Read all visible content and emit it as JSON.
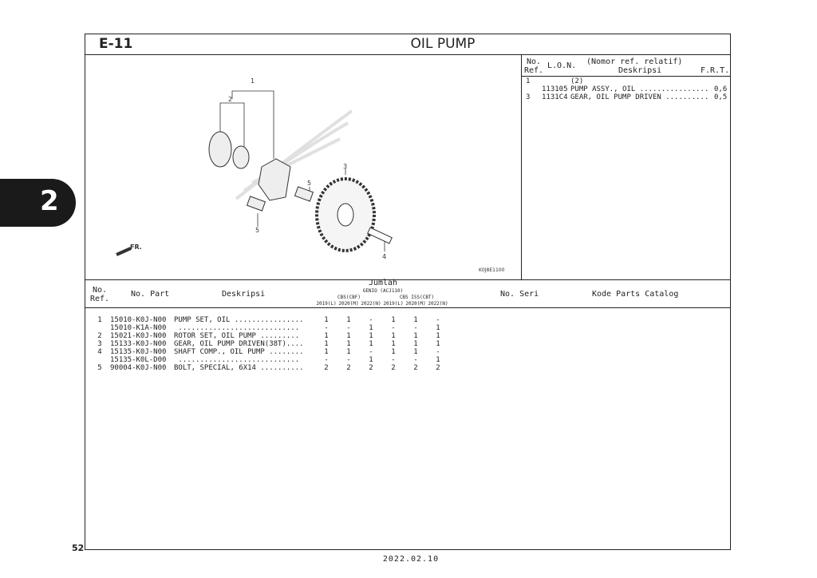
{
  "section": "E-11",
  "title": "OIL PUMP",
  "chapter_tab": "2",
  "page_number": "52",
  "date": "2022.02.10",
  "diagram": {
    "code": "K0J8E1100",
    "front_label": "FR.",
    "callouts": [
      "1",
      "2",
      "3",
      "4",
      "5",
      "5"
    ]
  },
  "frt": {
    "headers": {
      "ref_l1": "No.",
      "ref_l2": "Ref.",
      "lon": "L.O.N.",
      "desc_l1": "(Nomor ref. relatif)",
      "desc_l2": "Deskripsi",
      "frt": "F.R.T."
    },
    "rows": [
      {
        "ref": "1",
        "lon": "",
        "desc": "(2)",
        "frt": ""
      },
      {
        "ref": "",
        "lon": "113105",
        "desc": "PUMP ASSY., OIL ................",
        "frt": "0,6"
      },
      {
        "ref": "3",
        "lon": "1131C4",
        "desc": "GEAR, OIL PUMP DRIVEN ..........",
        "frt": "0,5"
      }
    ]
  },
  "parts": {
    "headers": {
      "ref_l1": "No.",
      "ref_l2": "Ref.",
      "part": "No. Part",
      "desc": "Deskripsi",
      "jumlah": "Jumlah",
      "model": "GENIO (ACJ110)",
      "grp1": "CBS(CBF)",
      "grp2": "CBS ISS(CBT)",
      "years": [
        "2019(L)",
        "2020(M)",
        "2022(N)",
        "2019(L)",
        "2020(M)",
        "2022(N)"
      ],
      "seri": "No. Seri",
      "catalog": "Kode Parts Catalog"
    },
    "rows": [
      {
        "ref": "1",
        "part": "15010-K0J-N00",
        "desc": "PUMP SET, OIL ................",
        "qty": [
          "1",
          "1",
          "-",
          "1",
          "1",
          "-"
        ]
      },
      {
        "ref": "",
        "part": "15010-K1A-N00",
        "desc": " ............................",
        "qty": [
          "-",
          "-",
          "1",
          "-",
          "-",
          "1"
        ]
      },
      {
        "ref": "2",
        "part": "15021-K0J-N00",
        "desc": "ROTOR SET, OIL PUMP .........",
        "qty": [
          "1",
          "1",
          "1",
          "1",
          "1",
          "1"
        ]
      },
      {
        "ref": "3",
        "part": "15133-K0J-N00",
        "desc": "GEAR, OIL PUMP DRIVEN(38T)....",
        "qty": [
          "1",
          "1",
          "1",
          "1",
          "1",
          "1"
        ]
      },
      {
        "ref": "4",
        "part": "15135-K0J-N00",
        "desc": "SHAFT COMP., OIL PUMP ........",
        "qty": [
          "1",
          "1",
          "-",
          "1",
          "1",
          "-"
        ]
      },
      {
        "ref": "",
        "part": "15135-K0L-D00",
        "desc": " ............................",
        "qty": [
          "-",
          "-",
          "1",
          "-",
          "-",
          "1"
        ]
      },
      {
        "ref": "5",
        "part": "90004-K0J-N00",
        "desc": "BOLT, SPECIAL, 6X14 ..........",
        "qty": [
          "2",
          "2",
          "2",
          "2",
          "2",
          "2"
        ]
      }
    ]
  }
}
